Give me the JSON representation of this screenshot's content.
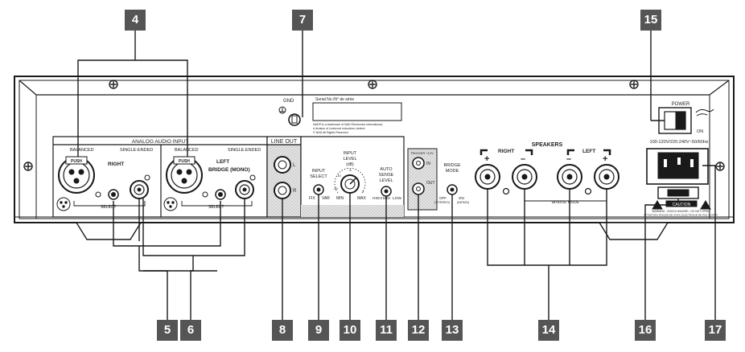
{
  "callouts": {
    "c4": "4",
    "c7": "7",
    "c15": "15",
    "c5": "5",
    "c6": "6",
    "c8": "8",
    "c9": "9",
    "c10": "10",
    "c11": "11",
    "c12": "12",
    "c13": "13",
    "c14": "14",
    "c16": "16",
    "c17": "17"
  },
  "gnd": {
    "label": "GND"
  },
  "serial": {
    "label": "Serial No./N° de série",
    "legal1": "NAD® is a trademark of NAD Electronics International,",
    "legal2": "A division of Lenbrook Industries Limited.",
    "legal3": "© NAD All Rights Reserved"
  },
  "analog": {
    "title": "ANALOG AUDIO INPUT",
    "balanced": "BALANCED",
    "single_ended": "SINGLE-ENDED",
    "right": "RIGHT",
    "left": "LEFT",
    "bridge_mono": "BRIDGE (MONO)",
    "select": "SELECT",
    "push": "PUSH"
  },
  "line_out": {
    "title": "LINE OUT",
    "l": "L",
    "r": "R"
  },
  "input_select": {
    "title1": "INPUT",
    "title2": "SELECT",
    "fix": "FIX",
    "var": "VAR"
  },
  "input_level": {
    "title1": "INPUT",
    "title2": "LEVEL",
    "title3": "(dB)",
    "min": "MIN",
    "max": "MAX",
    "t1": "-6",
    "t2": "-10",
    "t3": "-20",
    "t4": "0"
  },
  "auto_sense": {
    "title1": "AUTO",
    "title2": "SENSE",
    "title3": "LEVEL",
    "high": "HIGH",
    "mid": "MID",
    "low": "LOW"
  },
  "trigger": {
    "title": "TRIGGER +12V",
    "in": "IN",
    "out": "OUT"
  },
  "bridge_mode": {
    "title1": "BRIDGE",
    "title2": "MODE",
    "off": "OFF",
    "stereo": "(STEREO)",
    "on": "ON",
    "mono": "(MONO)"
  },
  "speakers": {
    "title": "SPEAKERS",
    "right": "RIGHT",
    "left": "LEFT",
    "bridge": "BRIDGE MODE",
    "plus": "+",
    "minus": "–"
  },
  "power": {
    "title": "POWER",
    "on": "ON",
    "voltage": "100-120V/220-240V~50/60Hz"
  },
  "caution": {
    "title": "CAUTION",
    "warning": "WARNING - SHOCK HAZARD - DO NOT OPEN",
    "attention": "ATTENTION: RISQUE DE CHOC ELECTRIQUE-NE PAS OUVRIR"
  },
  "colors": {
    "callout_bg": "#555555",
    "line": "#1a1a1a",
    "shade": "#d4d4d4"
  }
}
